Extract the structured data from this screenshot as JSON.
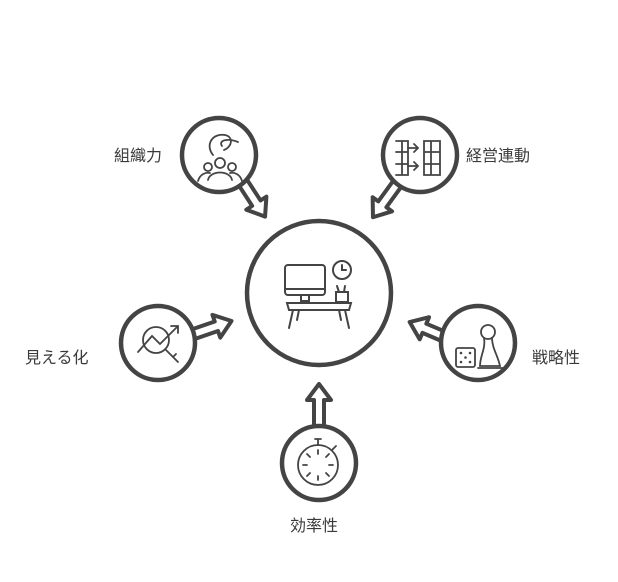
{
  "diagram": {
    "center": {
      "icon": "desk-workstation-icon"
    },
    "nodes": [
      {
        "id": "soshikiryoku",
        "label": "組織力",
        "icon": "team-ideas-icon"
      },
      {
        "id": "keiei-rendo",
        "label": "経営連動",
        "icon": "linked-tables-icon"
      },
      {
        "id": "mieruka",
        "label": "見える化",
        "icon": "chart-magnifier-icon"
      },
      {
        "id": "senryakusei",
        "label": "戦略性",
        "icon": "strategy-game-piece-icon"
      },
      {
        "id": "koritsusei",
        "label": "効率性",
        "icon": "stopwatch-icon"
      }
    ],
    "stroke_color": "#444444"
  }
}
